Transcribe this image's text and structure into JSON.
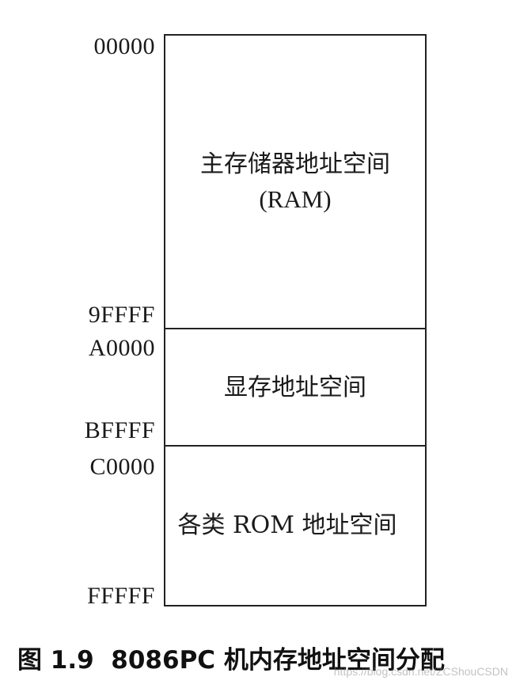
{
  "addresses": {
    "a_00000": "00000",
    "a_9ffff": "9FFFF",
    "a_a0000": "A0000",
    "a_bffff": "BFFFF",
    "a_c0000": "C0000",
    "a_fffff": "FFFFF"
  },
  "regions": {
    "ram": {
      "name": "主存储器地址空间",
      "sub": "(RAM)"
    },
    "vram": {
      "name": "显存地址空间"
    },
    "rom": {
      "name": "各类 ROM 地址空间"
    }
  },
  "caption": "图 1.9  8086PC 机内存地址空间分配",
  "watermark": "https://blog.csdn.net/ZCShouCSDN"
}
